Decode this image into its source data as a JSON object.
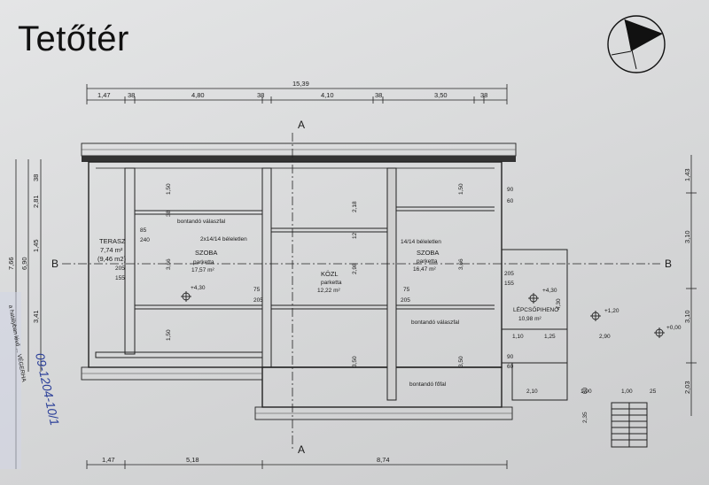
{
  "title": "Tetőtér",
  "dims_top": {
    "total": "15,39",
    "d1": "1,47",
    "d2": "38",
    "d3": "4,80",
    "d4": "38",
    "d5": "4,10",
    "d6": "38",
    "d7": "3,50",
    "d8": "38"
  },
  "dims_bottom": {
    "d1": "1,47",
    "d2": "5,18",
    "d3": "8,74"
  },
  "dims_left": {
    "total": "7,66",
    "sub": "6,90",
    "a": "38",
    "b": "2,81",
    "c": "1,45",
    "d": "3,41"
  },
  "dims_right": {
    "a": "1,43",
    "b": "3,10",
    "c": "3,10",
    "d": "2,03"
  },
  "section_marks": {
    "a": "A",
    "b": "B"
  },
  "rooms": {
    "terasz": {
      "name": "TERASZ",
      "area": "7,74 m²",
      "area2": "(9,46 m2)"
    },
    "szoba1": {
      "name": "SZOBA",
      "floor": "parketta",
      "area": "17,57 m²"
    },
    "kozl": {
      "name": "KÖZL",
      "floor": "parketta",
      "area": "12,22 m²"
    },
    "szoba2": {
      "name": "SZOBA",
      "floor": "parketta",
      "area": "16,47 m²"
    },
    "lepcso": {
      "name": "LÉPCSŐPIHENŐ",
      "area": "10,98 m²"
    }
  },
  "notes": {
    "bontando_valaszfal": "bontandó válaszfal",
    "beleletlen1": "2x14/14 béleletlen",
    "beleletlen2": "14/14 béleletlen",
    "bontando_valaszfal2": "bontandó válaszfal",
    "bontando_fofal": "bontandó főfal"
  },
  "levels": {
    "l1": "+4,30",
    "l2": "+4,30",
    "l3": "+1,20",
    "l4": "+0,00"
  },
  "inner_dims": {
    "w1": "1,50",
    "w2": "38",
    "w3": "3,66",
    "w4": "1,50",
    "w5": "2,18",
    "w6": "2,98",
    "w7": "3,50",
    "w8": "1,50",
    "w9": "3,66",
    "w10": "3,50",
    "w11": "12",
    "o1": "85",
    "o2": "240",
    "o3": "205",
    "o4": "155",
    "o5": "75",
    "o6": "205",
    "o7": "75",
    "o8": "205",
    "o9": "205",
    "o10": "155",
    "o11": "90",
    "o12": "60",
    "o13": "90",
    "o14": "60",
    "s1": "1,10",
    "s2": "1,25",
    "s3": "2,90",
    "s4": "2,10",
    "s5": "1,90",
    "s6": "1,00",
    "s7": "25",
    "s8": "4,30",
    "s9": "2,35",
    "s10": "80"
  },
  "margin_stamp": "a hatályban lévő ... VÉGERHA",
  "margin_hand": "09-1204-10/1"
}
